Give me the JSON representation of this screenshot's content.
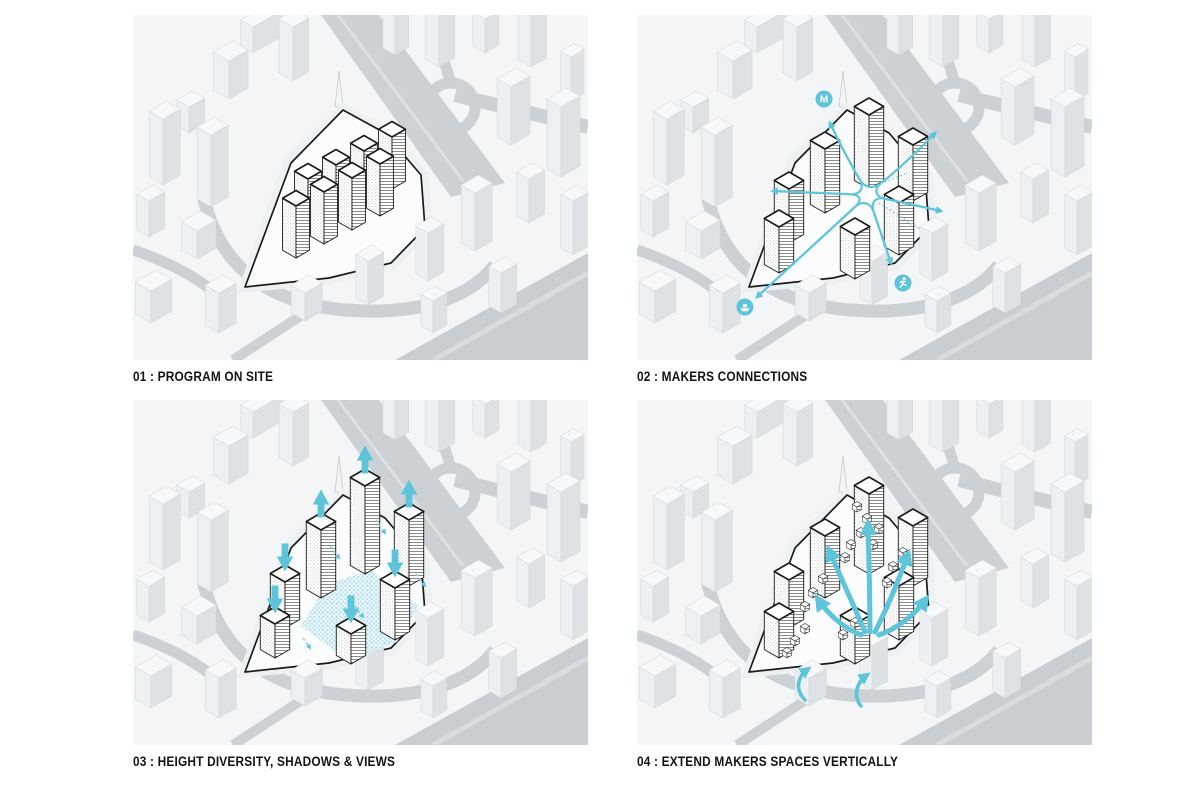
{
  "panels": [
    {
      "label": "01 : PROGRAM ON SITE"
    },
    {
      "label": "02 : MAKERS CONNECTIONS",
      "icons": [
        {
          "name": "metro-station-icon",
          "glyph": "M"
        },
        {
          "name": "boat-pier-icon"
        },
        {
          "name": "runner-icon"
        }
      ]
    },
    {
      "label": "03 : HEIGHT DIVERSITY, SHADOWS & VIEWS"
    },
    {
      "label": "04 : EXTEND MAKERS SPACES VERTICALLY"
    }
  ],
  "colors": {
    "accent": "#5ec4da",
    "accent_soft": "#8ed2e3",
    "accent_softer": "#a9dfeb",
    "plaza_fill": "#e9f4f8",
    "ink": "#1b1b1b",
    "ground": "#f3f5f6",
    "road": "#ccd1d5",
    "river": "#c9ced2",
    "context_top": "#f7f8fa",
    "context_left": "#edf0f2",
    "context_right": "#dee2e5",
    "site_fill": "#fbfcfd",
    "background": "#ffffff"
  }
}
